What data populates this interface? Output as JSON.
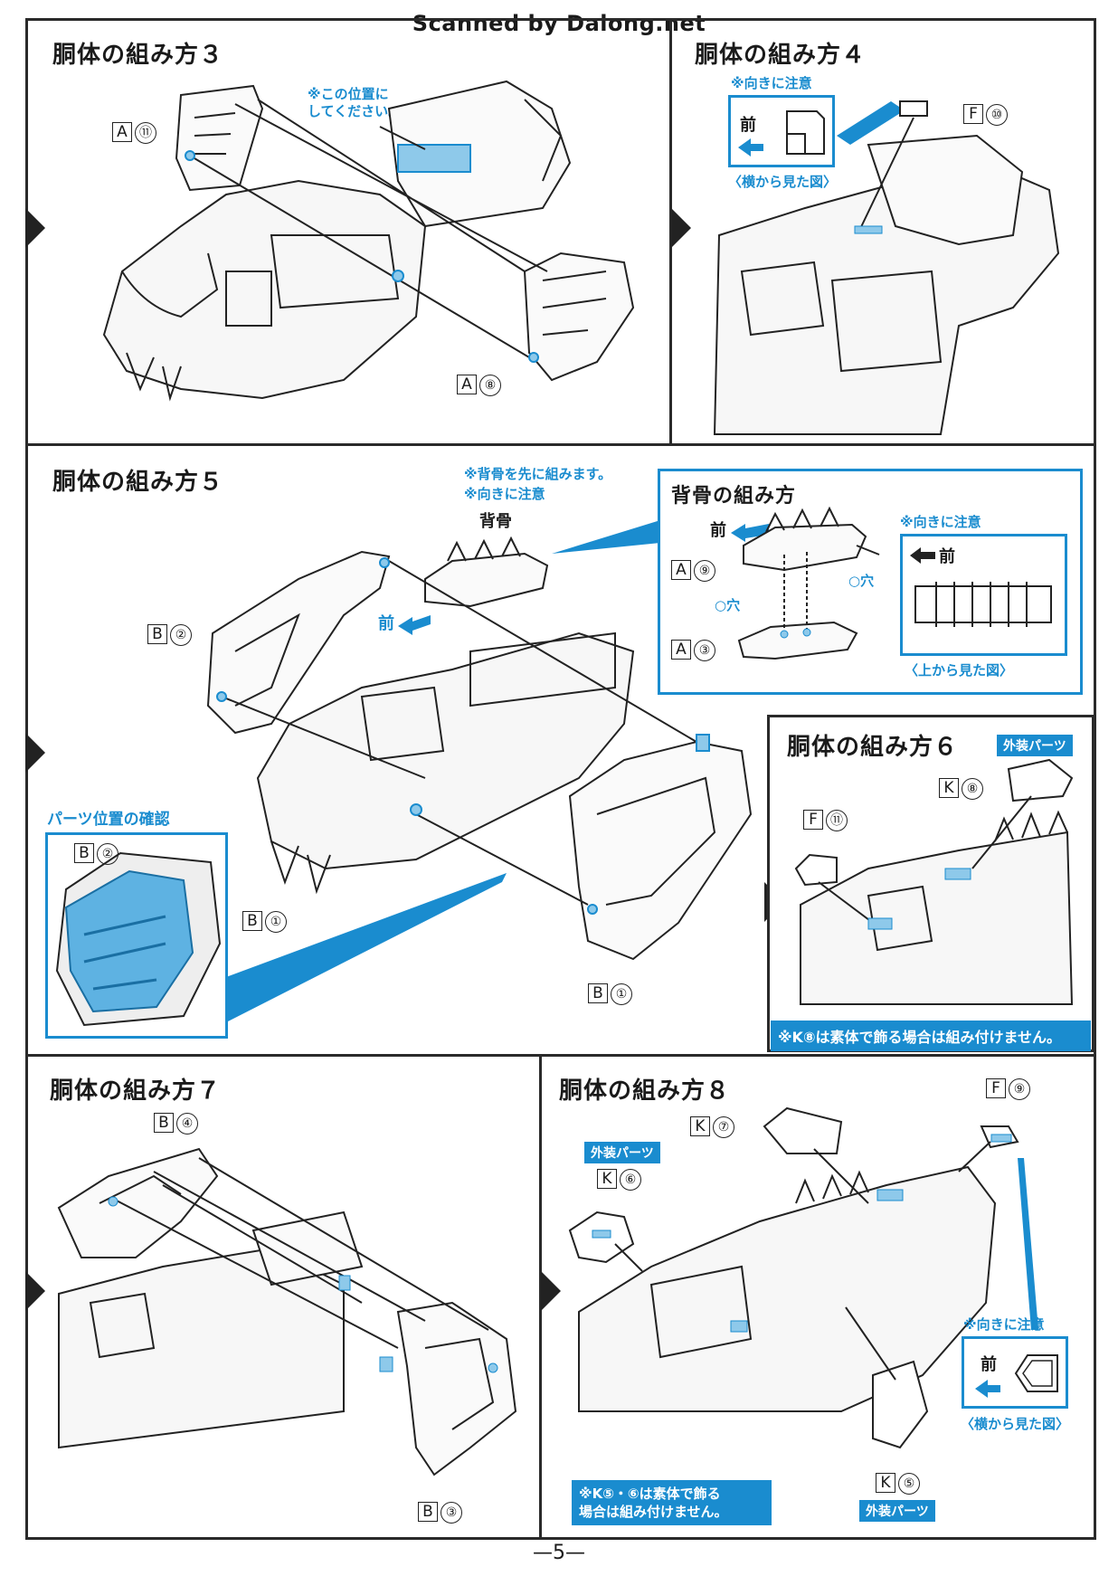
{
  "header": {
    "scanned_by": "Scanned by Dalong.net"
  },
  "page_number": "—5—",
  "steps": {
    "s3": {
      "title": "胴体の組み方３",
      "note": "※この位置に\nしてください。",
      "parts": [
        {
          "letter": "A",
          "num": "⑪"
        },
        {
          "letter": "A",
          "num": "⑧"
        }
      ]
    },
    "s4": {
      "title": "胴体の組み方４",
      "note": "※向きに注意",
      "front": "前",
      "caption": "〈横から見た図〉",
      "parts": [
        {
          "letter": "F",
          "num": "⑩"
        }
      ]
    },
    "s5": {
      "title": "胴体の組み方５",
      "note1": "※背骨を先に組みます。",
      "note2": "※向きに注意",
      "sebone": "背骨",
      "front": "前",
      "parts": [
        {
          "letter": "B",
          "num": "②"
        },
        {
          "letter": "B",
          "num": "①"
        }
      ],
      "confirm": {
        "title": "パーツ位置の確認",
        "parts": [
          {
            "letter": "B",
            "num": "②"
          },
          {
            "letter": "B",
            "num": "①"
          }
        ]
      },
      "spine": {
        "title": "背骨の組み方",
        "front": "前",
        "note": "※向きに注意",
        "front2": "前",
        "hole": "○穴",
        "caption": "〈上から見た図〉",
        "parts": [
          {
            "letter": "A",
            "num": "⑨"
          },
          {
            "letter": "A",
            "num": "③"
          }
        ]
      }
    },
    "s6": {
      "title": "胴体の組み方６",
      "badge": "外装パーツ",
      "parts": [
        {
          "letter": "K",
          "num": "⑧"
        },
        {
          "letter": "F",
          "num": "⑪"
        }
      ],
      "warning": "※K⑧は素体で飾る場合は組み付けません。"
    },
    "s7": {
      "title": "胴体の組み方７",
      "parts": [
        {
          "letter": "B",
          "num": "④"
        },
        {
          "letter": "B",
          "num": "③"
        }
      ]
    },
    "s8": {
      "title": "胴体の組み方８",
      "badge1": "外装パーツ",
      "badge2": "外装パーツ",
      "note": "※向きに注意",
      "front": "前",
      "caption": "〈横から見た図〉",
      "parts": [
        {
          "letter": "K",
          "num": "⑦"
        },
        {
          "letter": "K",
          "num": "⑥"
        },
        {
          "letter": "F",
          "num": "⑨"
        },
        {
          "letter": "K",
          "num": "⑤"
        }
      ],
      "warning_line1": "※K⑤・⑥は素体で飾る",
      "warning_line2": "場合は組み付けません。"
    }
  },
  "colors": {
    "accent": "#1a8ccf",
    "line": "#2a2a2a"
  }
}
